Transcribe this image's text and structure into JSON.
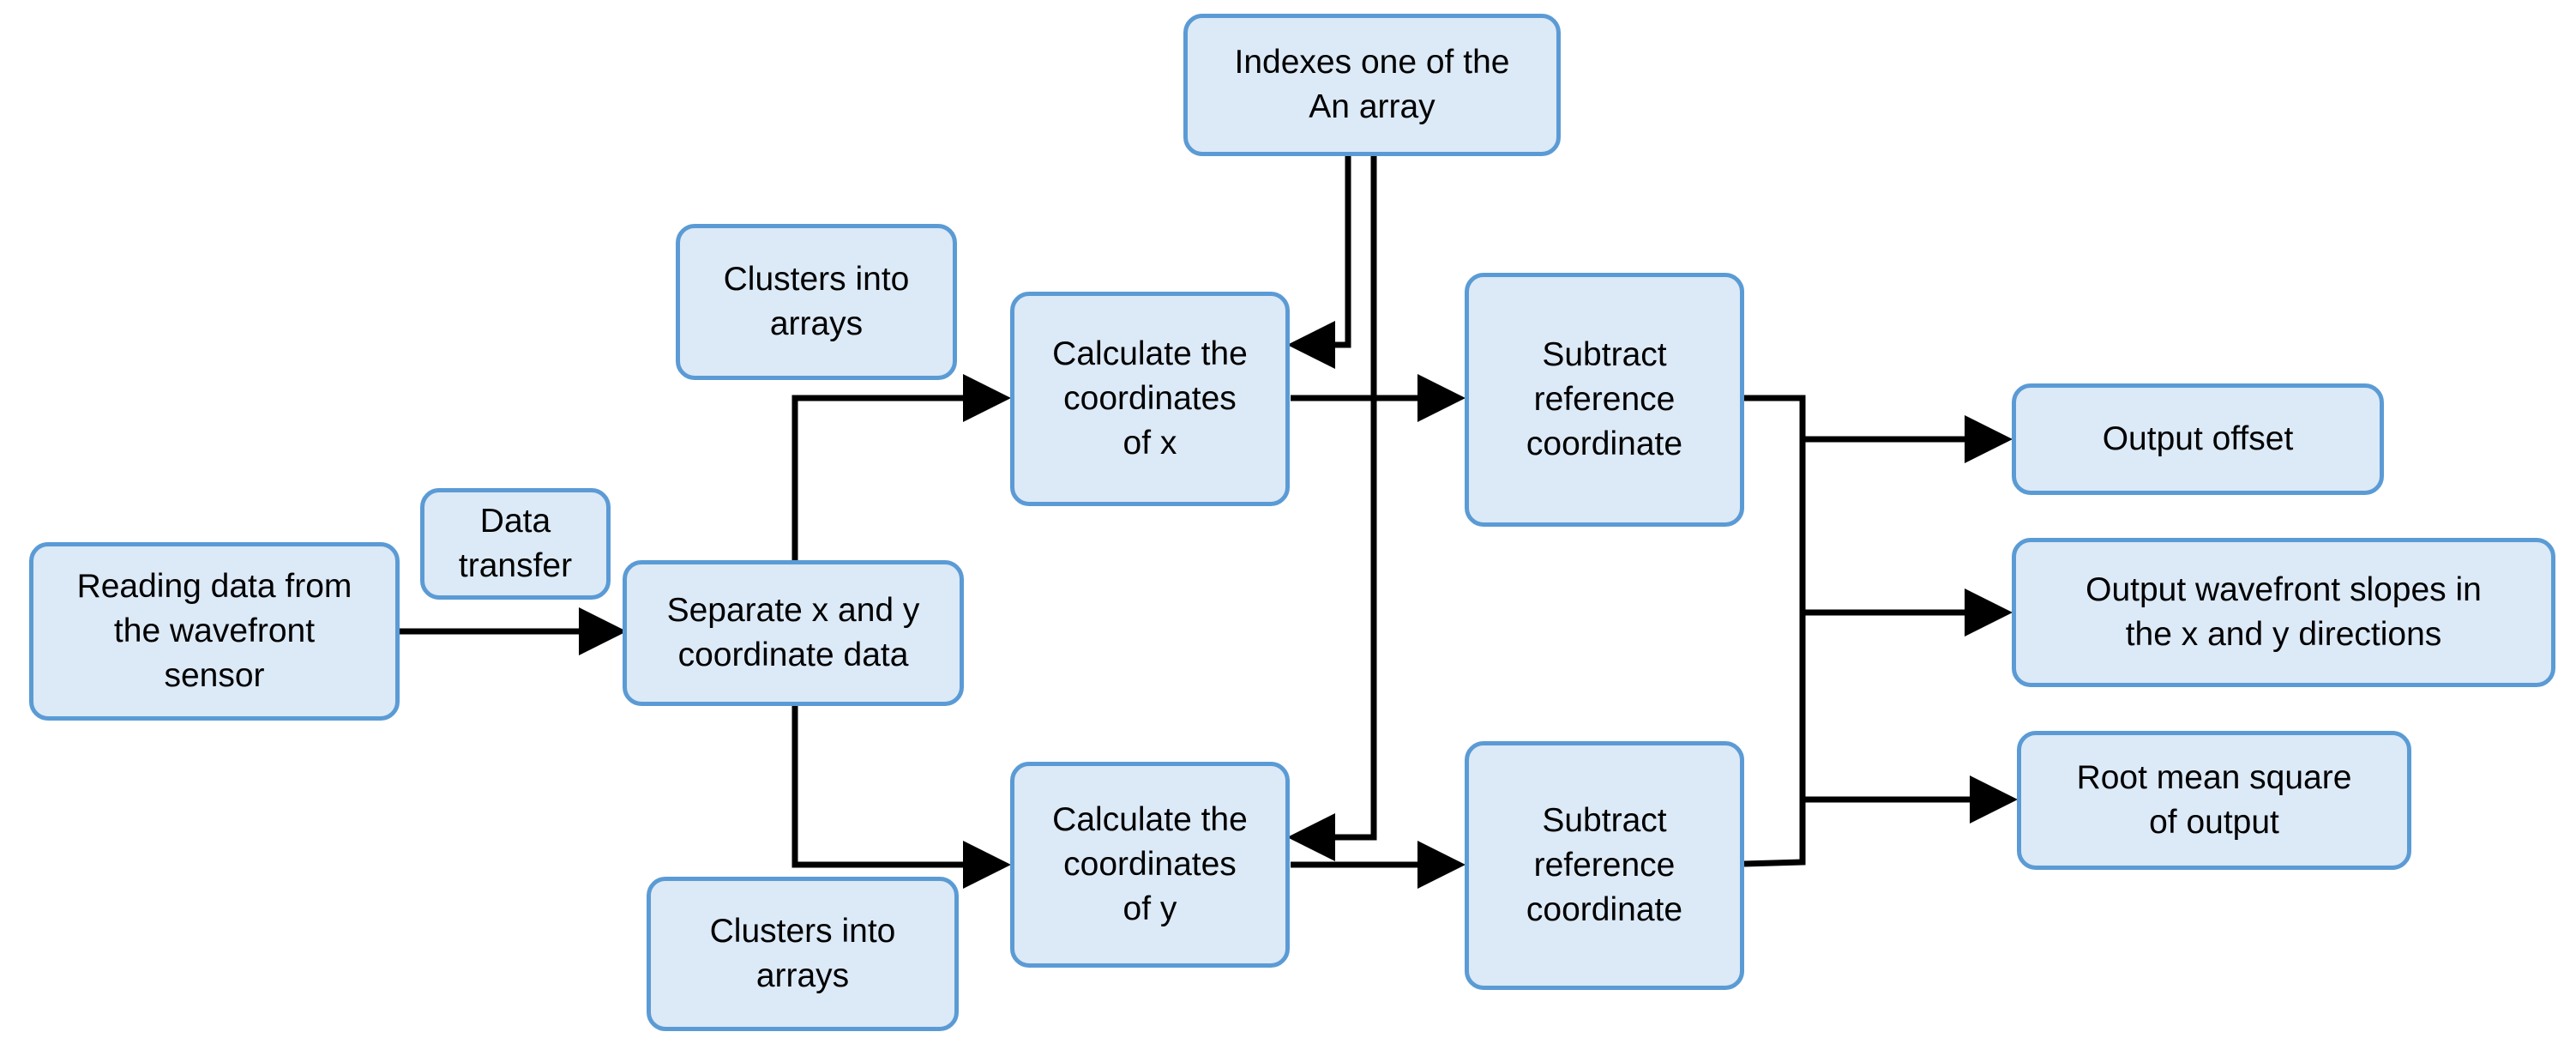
{
  "nodes": {
    "reading": "Reading data from\nthe wavefront\nsensor",
    "data_transfer": "Data\ntransfer",
    "separate": "Separate x and y\ncoordinate data",
    "clusters_top": "Clusters into\narrays",
    "clusters_bottom": "Clusters into\narrays",
    "indexes": "Indexes one of the\nAn array",
    "calc_x": "Calculate the\ncoordinates\nof x",
    "calc_y": "Calculate the\ncoordinates\nof y",
    "subtract_top": "Subtract\nreference\ncoordinate",
    "subtract_bottom": "Subtract\nreference\ncoordinate",
    "output_offset": "Output offset",
    "output_slopes": "Output wavefront slopes in\nthe x and y directions",
    "rms": "Root mean square\nof output"
  },
  "colors": {
    "box_fill": "#dce9f6",
    "box_border": "#5b9bd5",
    "connector": "#000000"
  }
}
